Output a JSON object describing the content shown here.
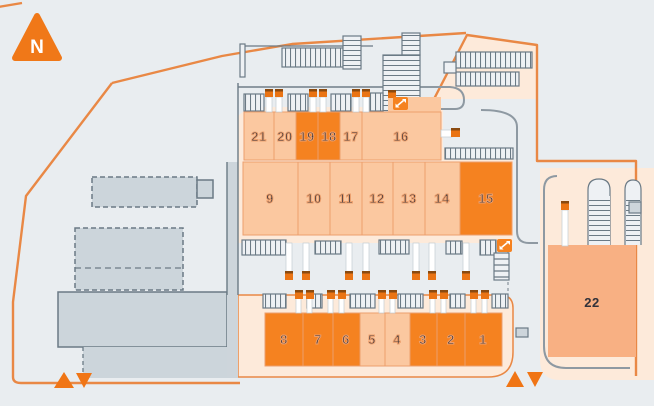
{
  "north_arrow": {
    "label": "N"
  },
  "units": {
    "top_row": [
      {
        "label": "21",
        "highlighted": false
      },
      {
        "label": "20",
        "highlighted": false
      },
      {
        "label": "19",
        "highlighted": true
      },
      {
        "label": "18",
        "highlighted": true
      },
      {
        "label": "17",
        "highlighted": false
      },
      {
        "label": "16",
        "highlighted": false
      }
    ],
    "middle_row": [
      {
        "label": "9",
        "highlighted": false
      },
      {
        "label": "10",
        "highlighted": false
      },
      {
        "label": "11",
        "highlighted": false
      },
      {
        "label": "12",
        "highlighted": false
      },
      {
        "label": "13",
        "highlighted": false
      },
      {
        "label": "14",
        "highlighted": false
      },
      {
        "label": "15",
        "highlighted": true
      }
    ],
    "bottom_row": [
      {
        "label": "8",
        "highlighted": true
      },
      {
        "label": "7",
        "highlighted": true
      },
      {
        "label": "6",
        "highlighted": true
      },
      {
        "label": "5",
        "highlighted": false
      },
      {
        "label": "4",
        "highlighted": false
      },
      {
        "label": "3",
        "highlighted": true
      },
      {
        "label": "2",
        "highlighted": true
      },
      {
        "label": "1",
        "highlighted": true
      }
    ],
    "right_block": {
      "label": "22",
      "highlighted": false
    }
  },
  "icons": {
    "north": "north-arrow-icon",
    "level_access": "diagonal-double-arrow-icon",
    "entrance": "entrance-triangles-icon",
    "dock_marker": "loading-door-marker"
  },
  "colors": {
    "background": "#e9edf0",
    "pad": "#fdeada",
    "unit_light": "#fbc8a0",
    "unit_dark": "#f58220",
    "unit_22": "#f8b083",
    "boundary": "#e98845",
    "building_gray": "#ccd5db",
    "line_gray": "#6b7a85",
    "number_text": "#33323a"
  }
}
